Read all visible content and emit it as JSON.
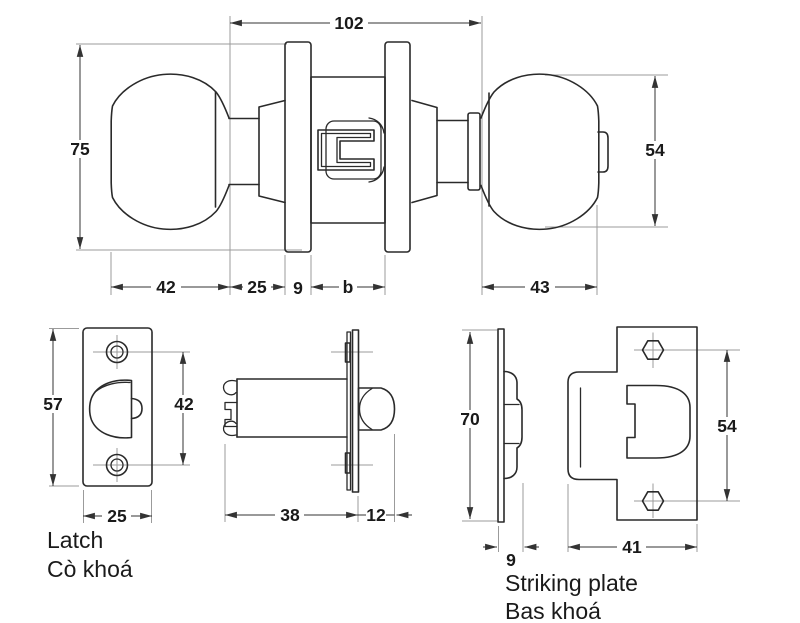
{
  "colors": {
    "background": "#ffffff",
    "object_line": "#2a2a2a",
    "dimension_line": "#333333",
    "centerline": "#9b9b9b",
    "text": "#1a1a1a"
  },
  "assembly_view": {
    "name": "knob-set-side-view",
    "dim_overall_length": "102",
    "dim_rose_diameter": "75",
    "dim_outside_knob_diameter": "54",
    "dim_inside_knob_length": "42",
    "dim_inside_shank_length": "25",
    "dim_rose_thickness": "9",
    "dim_door_thickness": "b",
    "dim_outside_knob_length": "43"
  },
  "latch_front_view": {
    "caption_en": "Latch",
    "caption_vi": "Cò khoá",
    "dim_faceplate_height": "57",
    "dim_screw_hole_spacing": "42",
    "dim_faceplate_width": "25"
  },
  "latch_side_view": {
    "dim_latch_body_length": "38",
    "dim_bolt_projection": "12"
  },
  "striking_plate_view": {
    "caption_en": "Striking plate",
    "caption_vi": "Bas khoá",
    "dim_plate_height": "70",
    "dim_box_depth": "9",
    "dim_screw_hole_spacing": "54",
    "dim_plate_width": "41"
  }
}
